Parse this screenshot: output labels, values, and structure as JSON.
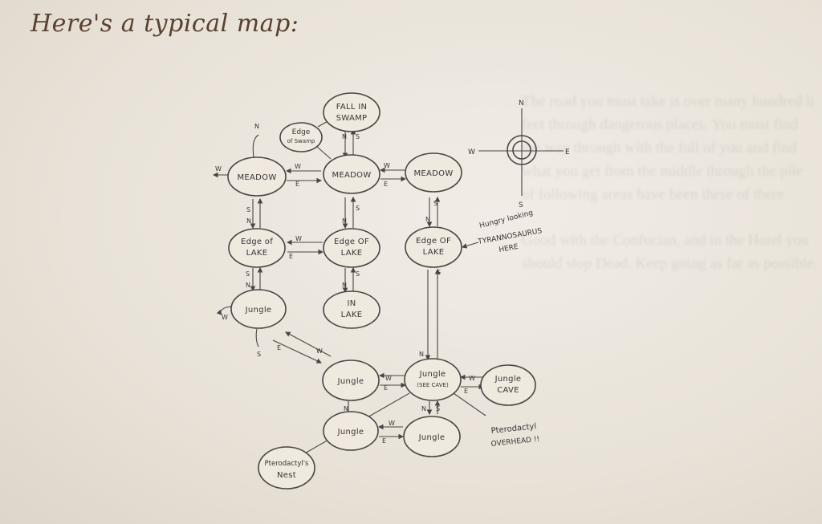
{
  "heading": "Here's a typical map:",
  "ghost_text": [
    "The road you must take is over many hundred li feet through dangerous places. You must find the way through with the full of you and find what you get from the middle through the pile of following areas have been these of there",
    "Good with the Confucian, and in the Hotel you should stop Dead. Keep going as far as possible."
  ],
  "compass": {
    "n": "N",
    "s": "S",
    "e": "E",
    "w": "W"
  },
  "nodes": [
    {
      "id": "fall-in-swamp",
      "lines": [
        "FALL IN",
        "SWAMP"
      ]
    },
    {
      "id": "edge-of-swamp",
      "lines": [
        "Edge",
        "of Swamp"
      ]
    },
    {
      "id": "meadow-west",
      "lines": [
        "MEADOW"
      ]
    },
    {
      "id": "meadow-center",
      "lines": [
        "MEADOW"
      ]
    },
    {
      "id": "meadow-east",
      "lines": [
        "MEADOW"
      ]
    },
    {
      "id": "edge-of-lake-west",
      "lines": [
        "Edge of",
        "LAKE"
      ]
    },
    {
      "id": "edge-of-lake-center",
      "lines": [
        "Edge OF",
        "LAKE"
      ]
    },
    {
      "id": "edge-of-lake-east",
      "lines": [
        "Edge OF",
        "LAKE"
      ]
    },
    {
      "id": "jungle-west",
      "lines": [
        "Jungle"
      ]
    },
    {
      "id": "in-lake",
      "lines": [
        "IN",
        "LAKE"
      ]
    },
    {
      "id": "jungle-center",
      "lines": [
        "Jungle"
      ]
    },
    {
      "id": "jungle-see-cave",
      "lines": [
        "Jungle",
        "(SEE CAVE)"
      ]
    },
    {
      "id": "jungle-cave",
      "lines": [
        "Jungle",
        "CAVE"
      ]
    },
    {
      "id": "jungle-lower-left",
      "lines": [
        "Jungle"
      ]
    },
    {
      "id": "jungle-lower-right",
      "lines": [
        "Jungle"
      ]
    },
    {
      "id": "pterodactyls-nest",
      "lines": [
        "Pterodactyl's",
        "Nest"
      ]
    }
  ],
  "annotations": {
    "tyrannosaurus": [
      "Hungry looking",
      "TYRANNOSAURUS",
      "HERE"
    ],
    "pterodactyl": [
      "Pterodactyl",
      "OVERHEAD !!"
    ]
  },
  "dirs": {
    "n": "N",
    "s": "S",
    "e": "E",
    "w": "W"
  }
}
